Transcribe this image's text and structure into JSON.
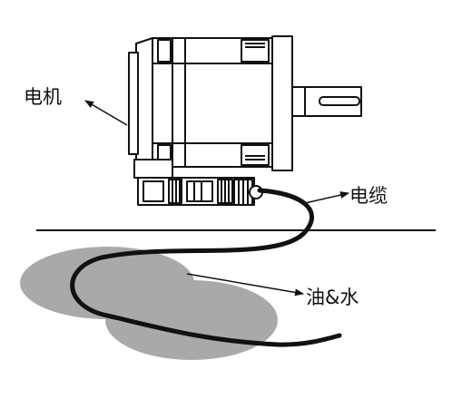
{
  "labels": {
    "motor": "电机",
    "cable": "电缆",
    "oil_water": "油&水"
  },
  "colors": {
    "line": "#111111",
    "puddle": "#a9a9a9",
    "background": "#ffffff"
  }
}
